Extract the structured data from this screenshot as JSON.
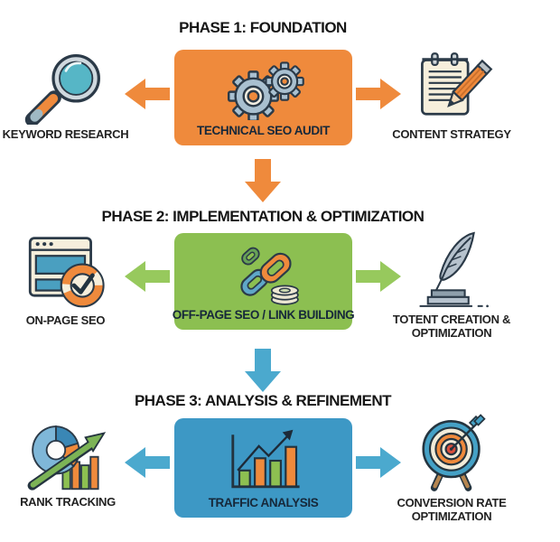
{
  "colors": {
    "orange": "#EF8A3C",
    "green": "#8CBF51",
    "blue": "#3D98C5",
    "arrow_green": "#97C95D",
    "arrow_blue": "#4BA9CE",
    "outline": "#2B3A48",
    "heading_text": "#161616",
    "box_label_text": "#16283A",
    "side_label_text": "#222222"
  },
  "phases": [
    {
      "heading": "PHASE 1: FOUNDATION",
      "box": {
        "label": "TECHNICAL SEO AUDIT",
        "icon": "gears-icon",
        "color": "#EF8A3C"
      },
      "left": {
        "label": "KEYWORD RESEARCH",
        "icon": "magnifying-glass-icon"
      },
      "right": {
        "label": "CONTENT STRATEGY",
        "icon": "notepad-pencil-icon"
      },
      "connector": {
        "direction": "down",
        "color": "#EF8A3C"
      }
    },
    {
      "heading": "PHASE 2: IMPLEMENTATION & OPTIMIZATION",
      "box": {
        "label": "OFF-PAGE SEO / LINK BUILDING",
        "icon": "chain-links-coins-icon",
        "color": "#8CBF51"
      },
      "left": {
        "label": "ON-PAGE SEO",
        "icon": "browser-checklist-icon"
      },
      "right": {
        "label": "TOTENT CREATION & OPTIMIZATION",
        "icon": "quill-inkwell-icon"
      },
      "connector": {
        "direction": "down",
        "color": "#4BA9CE"
      }
    },
    {
      "heading": "PHASE 3: ANALYSIS & REFINEMENT",
      "box": {
        "label": "TRAFFIC ANALYSIS",
        "icon": "bar-chart-trend-icon",
        "color": "#3D98C5"
      },
      "left": {
        "label": "RANK TRACKING",
        "icon": "pie-bars-arrow-icon"
      },
      "right": {
        "label": "CONVERSION RATE OPTIMIZATION",
        "icon": "target-dart-icon"
      }
    }
  ]
}
